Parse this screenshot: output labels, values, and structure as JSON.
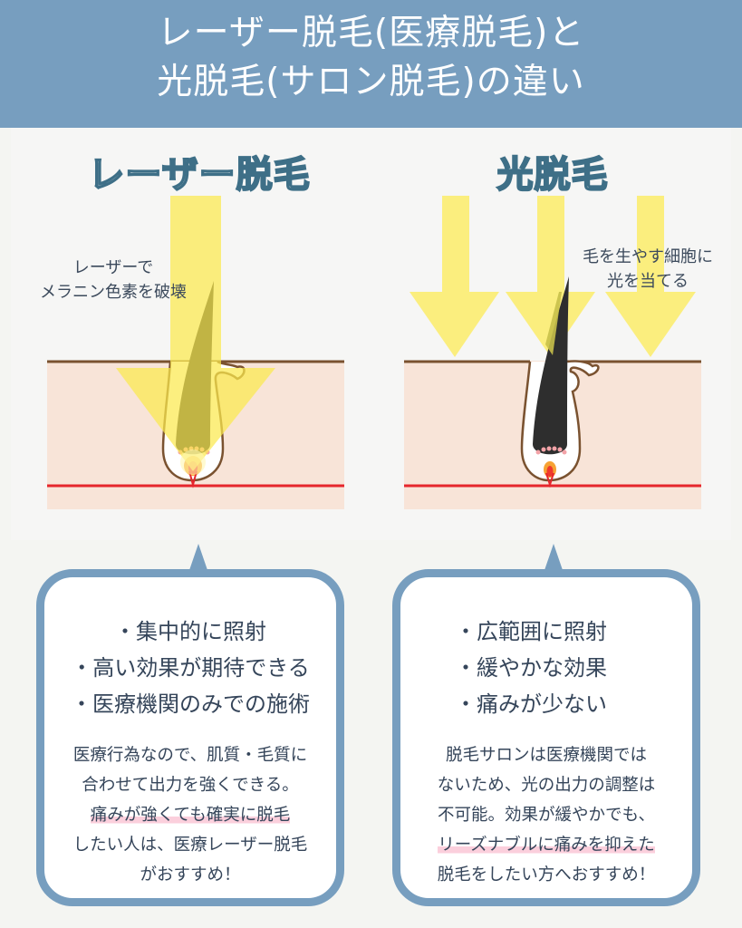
{
  "header": {
    "title_line1": "レーザー脱毛(医療脱毛)と",
    "title_line2": "光脱毛(サロン脱毛)の違い",
    "background_color": "#779ebf"
  },
  "laser": {
    "title": "レーザー脱毛",
    "caption_line1": "レーザーで",
    "caption_line2": "メラニン色素を破壊",
    "bullets": [
      "・集中的に照射",
      "・高い効果が期待できる",
      "・医療機関のみでの施術"
    ],
    "description": {
      "line1": "医療行為なので、肌質・毛質に",
      "line2": "合わせて出力を強くできる。",
      "line3_highlight": "痛みが強くても確実に脱毛",
      "line4": "したい人は、医療レーザー脱毛",
      "line5": "がおすすめ！"
    },
    "diagram": {
      "beam": "single-focused-arrow",
      "beam_color": "#fbee7e"
    }
  },
  "light": {
    "title": "光脱毛",
    "caption_line1": "毛を生やす細胞に",
    "caption_line2": "光を当てる",
    "bullets": [
      "・広範囲に照射",
      "・緩やかな効果",
      "・痛みが少ない"
    ],
    "description": {
      "line1": "脱毛サロンは医療機関では",
      "line2": "ないため、光の出力の調整は",
      "line3": "不可能。効果が緩やかでも、",
      "line4_highlight": "リーズナブルに痛みを抑えた",
      "line5": "脱毛をしたい方へおすすめ！"
    },
    "diagram": {
      "beam": "three-wide-arrows",
      "beam_color": "#fbee7e"
    }
  },
  "colors": {
    "accent_blue": "#779ebf",
    "title_outline": "#3e6f87",
    "skin": "#f8e4d8",
    "skin_line": "#7a5230",
    "blood_line": "#e6262c",
    "hair": "#2e2e2e",
    "highlight_pink": "#fbcfdc",
    "text": "#35455a"
  }
}
